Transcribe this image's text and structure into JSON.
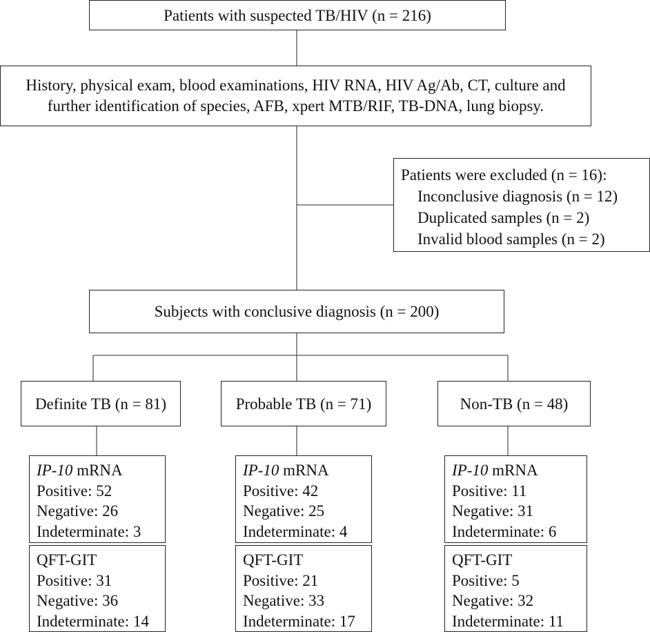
{
  "top": {
    "text": "Patients with suspected TB/HIV (n = 216)"
  },
  "exams": {
    "line1": "History, physical exam, blood examinations, HIV RNA, HIV Ag/Ab, CT, culture and",
    "line2": "further identification of species, AFB, xpert MTB/RIF, TB-DNA, lung biopsy."
  },
  "excluded": {
    "title": "Patients were excluded (n = 16):",
    "reasons": [
      "Inconclusive diagnosis (n = 12)",
      "Duplicated samples (n = 2)",
      "Invalid blood samples (n = 2)"
    ]
  },
  "conclusive": {
    "text": "Subjects with conclusive diagnosis (n = 200)"
  },
  "groups": [
    {
      "label": "Definite TB (n = 81)",
      "ip10": {
        "gene": "IP-10",
        "suffix": " mRNA",
        "positive": "Positive: 52",
        "negative": "Negative: 26",
        "indeterminate": "Indeterminate: 3"
      },
      "qft": {
        "title": "QFT-GIT",
        "positive": "Positive: 31",
        "negative": "Negative: 36",
        "indeterminate": "Indeterminate: 14"
      }
    },
    {
      "label": "Probable TB (n = 71)",
      "ip10": {
        "gene": "IP-10",
        "suffix": " mRNA",
        "positive": "Positive: 42",
        "negative": "Negative: 25",
        "indeterminate": "Indeterminate: 4"
      },
      "qft": {
        "title": "QFT-GIT",
        "positive": "Positive: 21",
        "negative": "Negative: 33",
        "indeterminate": "Indeterminate: 17"
      }
    },
    {
      "label": "Non-TB (n = 48)",
      "ip10": {
        "gene": "IP-10",
        "suffix": " mRNA",
        "positive": "Positive: 11",
        "negative": "Negative: 31",
        "indeterminate": "Indeterminate: 6"
      },
      "qft": {
        "title": "QFT-GIT",
        "positive": "Positive: 5",
        "negative": "Negative: 32",
        "indeterminate": "Indeterminate: 11"
      }
    }
  ]
}
